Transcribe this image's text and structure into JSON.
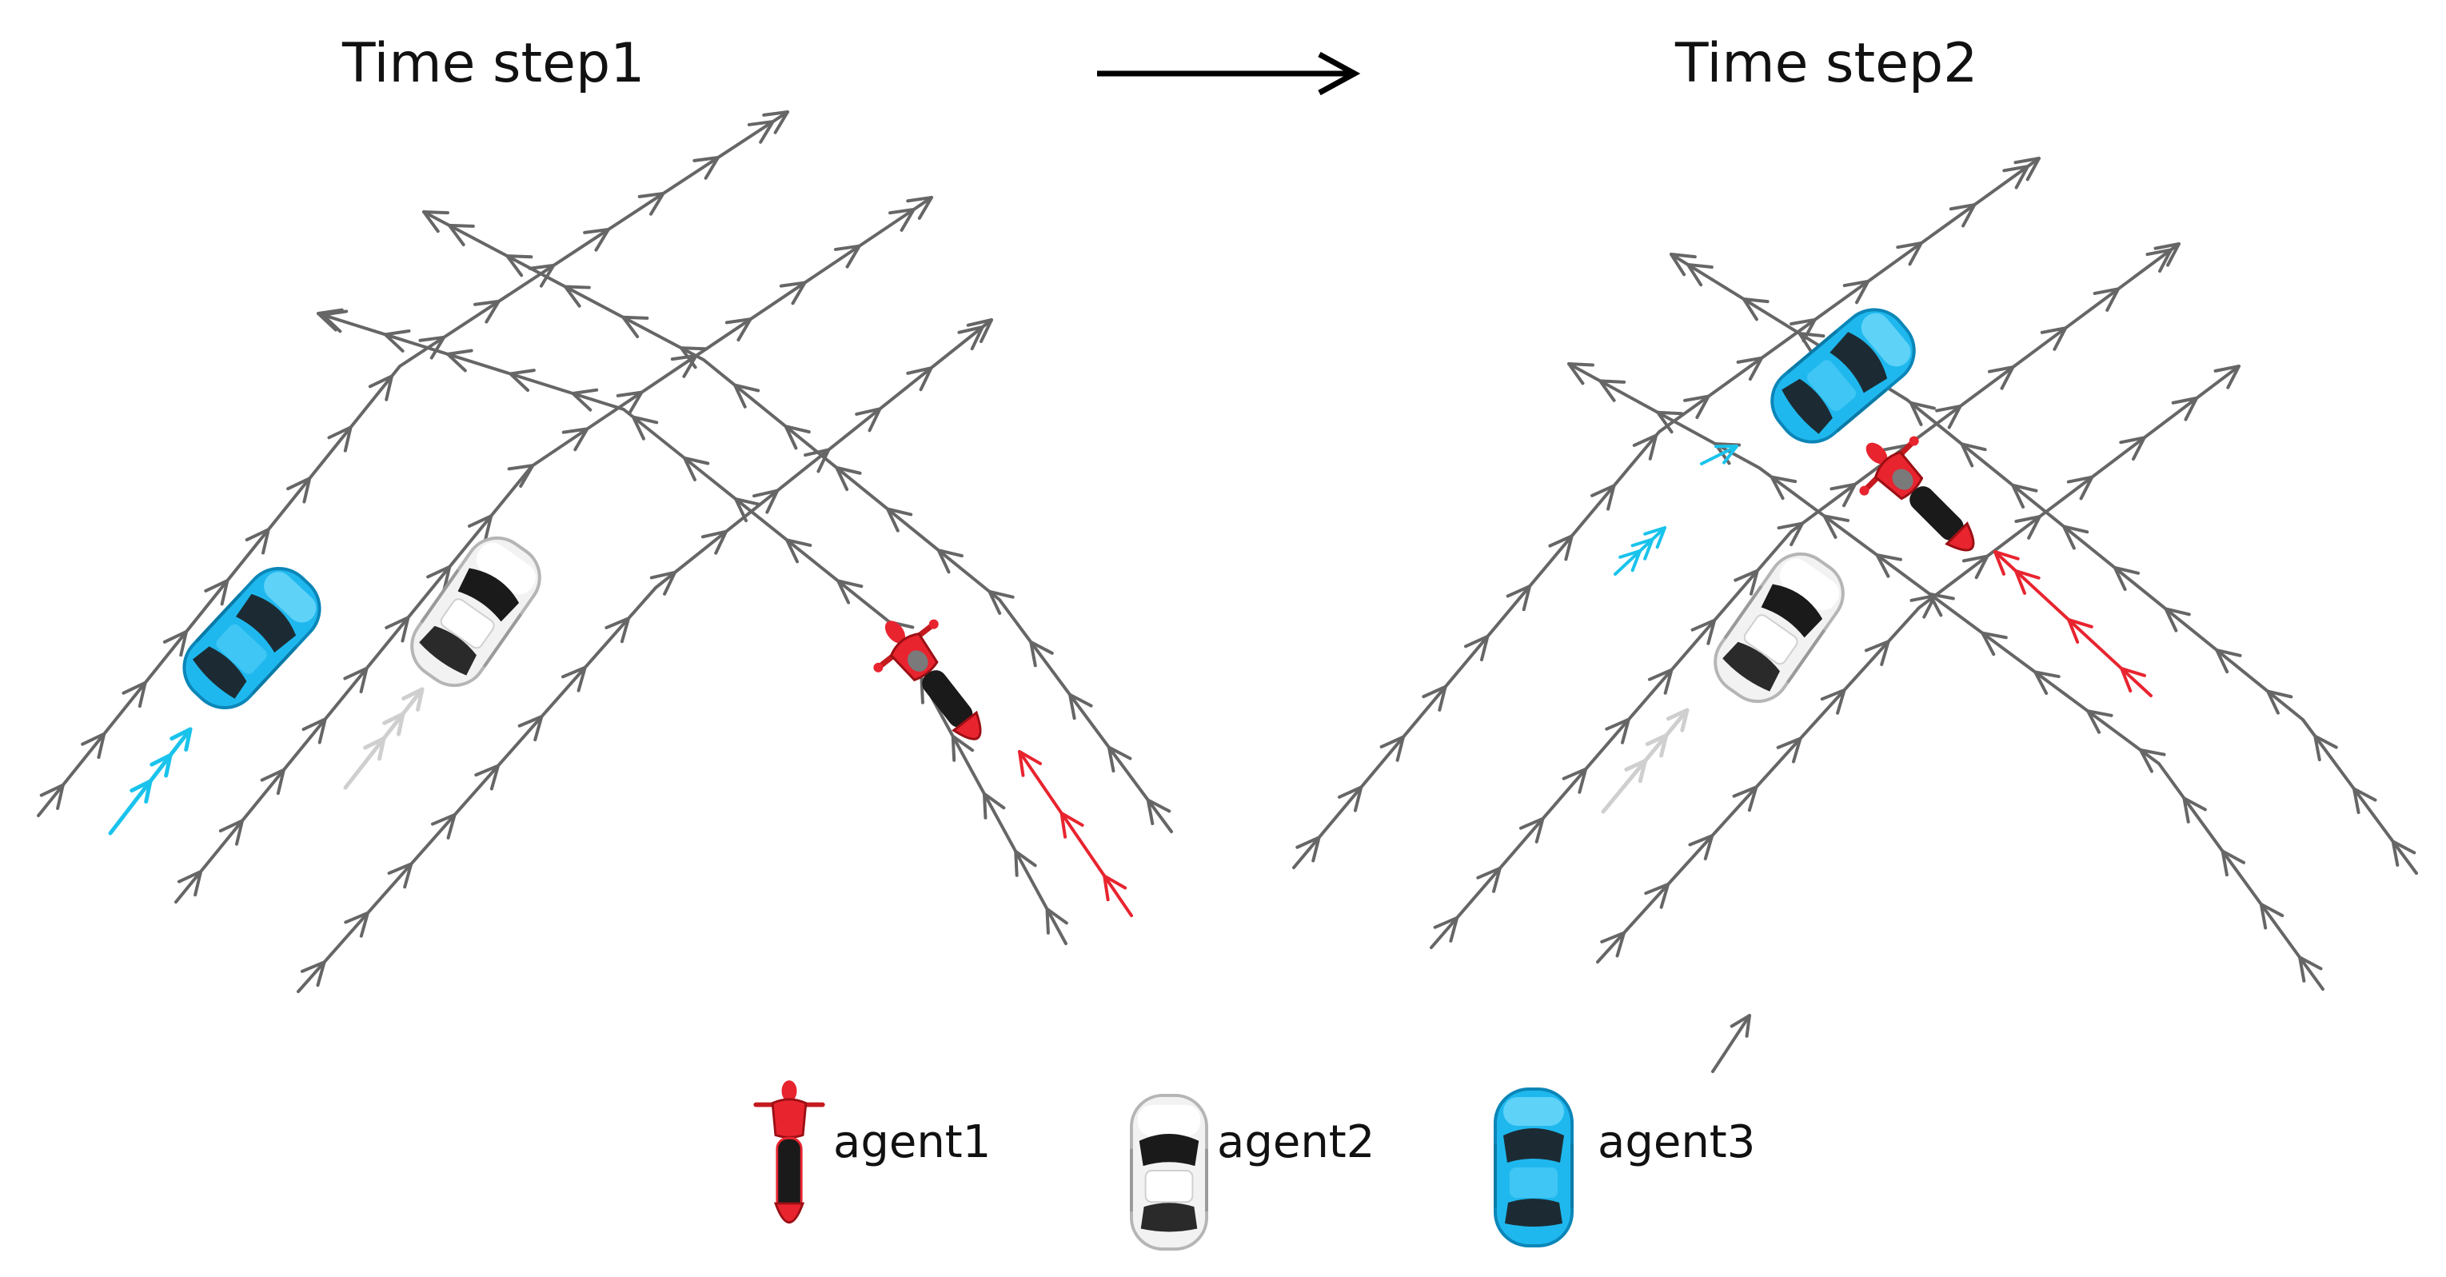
{
  "titles": {
    "step1": "Time step1",
    "step2": "Time step2"
  },
  "legend": [
    {
      "label": "agent1",
      "icon": "motorcycle-icon"
    },
    {
      "label": "agent2",
      "icon": "white-car-icon"
    },
    {
      "label": "agent3",
      "icon": "blue-car-icon"
    }
  ],
  "colors": {
    "flow_arrow": "#666666",
    "agent1": "#e8242f",
    "agent2": "#e4e4e4",
    "agent3": "#1fb8ee",
    "agent3_trail": "#19c3ec"
  }
}
